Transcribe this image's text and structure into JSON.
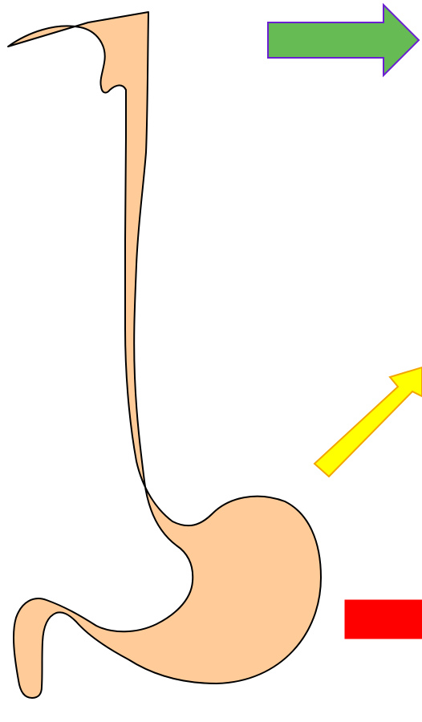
{
  "diagram": {
    "organ": "esophagus-and-stomach",
    "organ_fill": "#ffcc99",
    "outline_color": "#000000",
    "background": "#ffffff"
  },
  "arrows": [
    {
      "id": "green-arrow",
      "fill": "#66bb55",
      "stroke": "#6a1fd0",
      "direction": "right"
    },
    {
      "id": "yellow-arrow",
      "fill": "#ffff00",
      "stroke": "#f2a500",
      "direction": "up-right"
    },
    {
      "id": "red-bar",
      "fill": "#ff0000",
      "stroke": "#ff0000",
      "direction": "right"
    }
  ]
}
